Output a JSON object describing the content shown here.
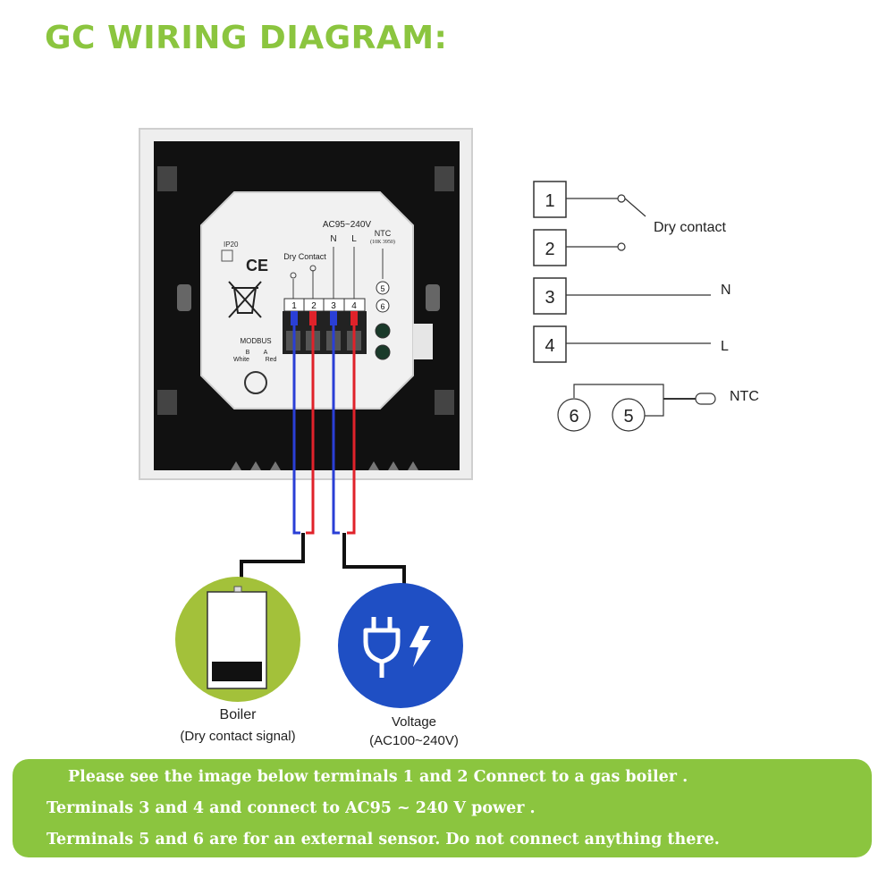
{
  "title": "GC WIRING DIAGRAM:",
  "device": {
    "ip_label": "IP20",
    "ce_mark": "CE",
    "power_label": "AC95~240V",
    "dry_contact_label": "Dry Contact",
    "n_label": "N",
    "l_label": "L",
    "ntc_label": "NTC",
    "ntc_spec": "(10K 3950)",
    "terminals": [
      "1",
      "2",
      "3",
      "4"
    ],
    "sensor_terminals": [
      "5",
      "6"
    ],
    "modbus_label": "MODBUS",
    "modbus_b": "B",
    "modbus_a": "A",
    "modbus_white": "White",
    "modbus_red": "Red"
  },
  "schematic": {
    "terminal_boxes": [
      "1",
      "2",
      "3",
      "4"
    ],
    "dry_contact_label": "Dry contact",
    "n_label": "N",
    "l_label": "L",
    "ntc_label": "NTC",
    "ntc_circles": [
      "6",
      "5"
    ]
  },
  "loads": {
    "boiler_label": "Boiler",
    "boiler_sub": "(Dry contact signal)",
    "voltage_label": "Voltage",
    "voltage_sub": "(AC100~240V)"
  },
  "colors": {
    "accent_green": "#8bc53f",
    "voltage_blue": "#1f4fc4",
    "wire_blue": "#2a3fd6",
    "wire_red": "#e0222a"
  },
  "notes": [
    "Please see the image below terminals 1 and 2 Connect to a gas boiler .",
    "Terminals 3 and 4 and connect to AC95 ~ 240 V power .",
    "Terminals 5 and 6 are for an external sensor. Do not connect anything there."
  ]
}
